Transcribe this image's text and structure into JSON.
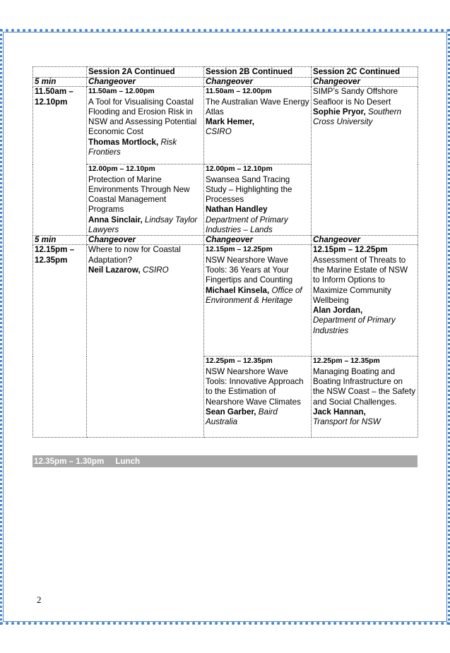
{
  "header": {
    "col2": "Session 2A Continued",
    "col3": "Session 2B Continued",
    "col4": "Session 2C Continued"
  },
  "changeover_label": "Changeover",
  "duration_1": "5 min",
  "duration_2": "5 min",
  "slot1": {
    "time": "11.50am – 12.10pm",
    "a1": {
      "time": "11.50am – 12.00pm",
      "title": "A Tool for Visualising Coastal Flooding and Erosion Risk in NSW and Assessing Potential Economic Cost",
      "speaker": "Thomas Mortlock,",
      "org": "Risk Frontiers"
    },
    "a2": {
      "time": "12.00pm – 12.10pm",
      "title": "Protection of Marine Environments Through New Coastal Management Programs",
      "speaker": "Anna Sinclair,",
      "org": "Lindsay Taylor Lawyers"
    },
    "b1": {
      "time": "11.50am – 12.00pm",
      "title": "The Australian Wave Energy Atlas",
      "speaker": "Mark Hemer,",
      "org": "CSIRO"
    },
    "b2": {
      "time": "12.00pm – 12.10pm",
      "title": "Swansea Sand Tracing Study – Highlighting the Processes",
      "speaker": "Nathan Handley",
      "org": "Department of Primary Industries – Lands"
    },
    "c": {
      "title": "SIMP’s Sandy Offshore Seafloor is No Desert",
      "speaker": "Sophie Pryor,",
      "org": "Southern Cross University"
    }
  },
  "slot2": {
    "time": "12.15pm – 12.35pm",
    "a": {
      "title": "Where to now for Coastal Adaptation?",
      "speaker": "Neil Lazarow,",
      "org": "CSIRO"
    },
    "b1": {
      "time": "12.15pm – 12.25pm",
      "title": "NSW Nearshore Wave Tools: 36 Years at Your Fingertips and Counting",
      "speaker": "Michael Kinsela,",
      "org": "Office of Environment & Heritage"
    },
    "b2": {
      "time": "12.25pm – 12.35pm",
      "title": "NSW Nearshore Wave Tools: Innovative Approach to the Estimation of Nearshore Wave Climates",
      "speaker": "Sean Garber,",
      "org": "Baird Australia"
    },
    "c1": {
      "time": "12.15pm – 12.25pm",
      "title": "Assessment of Threats to the Marine Estate of NSW to Inform Options to Maximize Community Wellbeing",
      "speaker": "Alan Jordan,",
      "org": "Department of Primary Industries"
    },
    "c2": {
      "time": "12.25pm – 12.35pm",
      "title": "Managing Boating and Boating Infrastructure on the NSW Coast – the Safety and Social Challenges.",
      "speaker": "Jack Hannan,",
      "org": "Transport for NSW"
    }
  },
  "lunch": {
    "time": "12.35pm – 1.30pm",
    "label": "Lunch"
  },
  "page_number": "2"
}
